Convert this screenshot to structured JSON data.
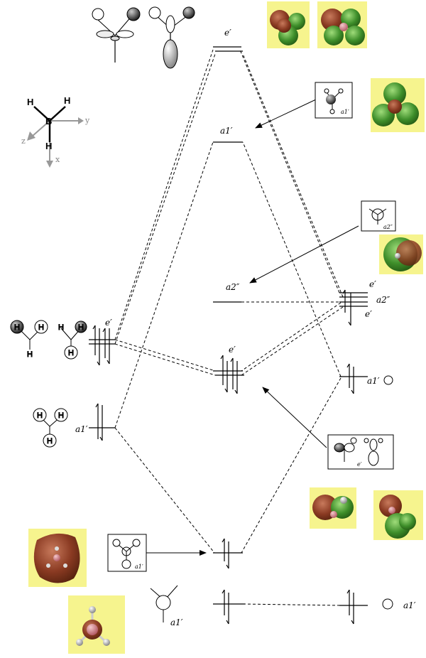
{
  "molecule": {
    "axes": {
      "x": "x",
      "y": "y",
      "z": "z"
    },
    "atoms": {
      "central": "B",
      "ligand": "H"
    }
  },
  "mo_labels": {
    "e_prime_top": "e′",
    "a1_prime_upper": "a1′",
    "a2_dprime_center": "a2″",
    "e_prime_center": "e′",
    "a1_prime_bottom": "a1′"
  },
  "fragment_labels": {
    "h3_e_prime": "e′",
    "h3_a1_prime": "a1′",
    "b_e_prime_upper": "e′",
    "b_a2_dprime": "a2″",
    "b_e_prime_lower": "e′",
    "b_a1_prime_2s": "a1′",
    "b_a1_prime_1s": "a1′",
    "left_a1_prime": "a1′"
  },
  "inset_labels": {
    "a1_top": "a1′",
    "a2_dprime": "a2″",
    "e_prime": "e′",
    "a1_bottom": "a1′"
  },
  "colors": {
    "orbital_bg": "#f6f48e",
    "orbital_red": "#8a3a22",
    "orbital_green": "#3e8e2a",
    "boron": "#c77e86",
    "line": "#000000",
    "axis": "#888888"
  }
}
